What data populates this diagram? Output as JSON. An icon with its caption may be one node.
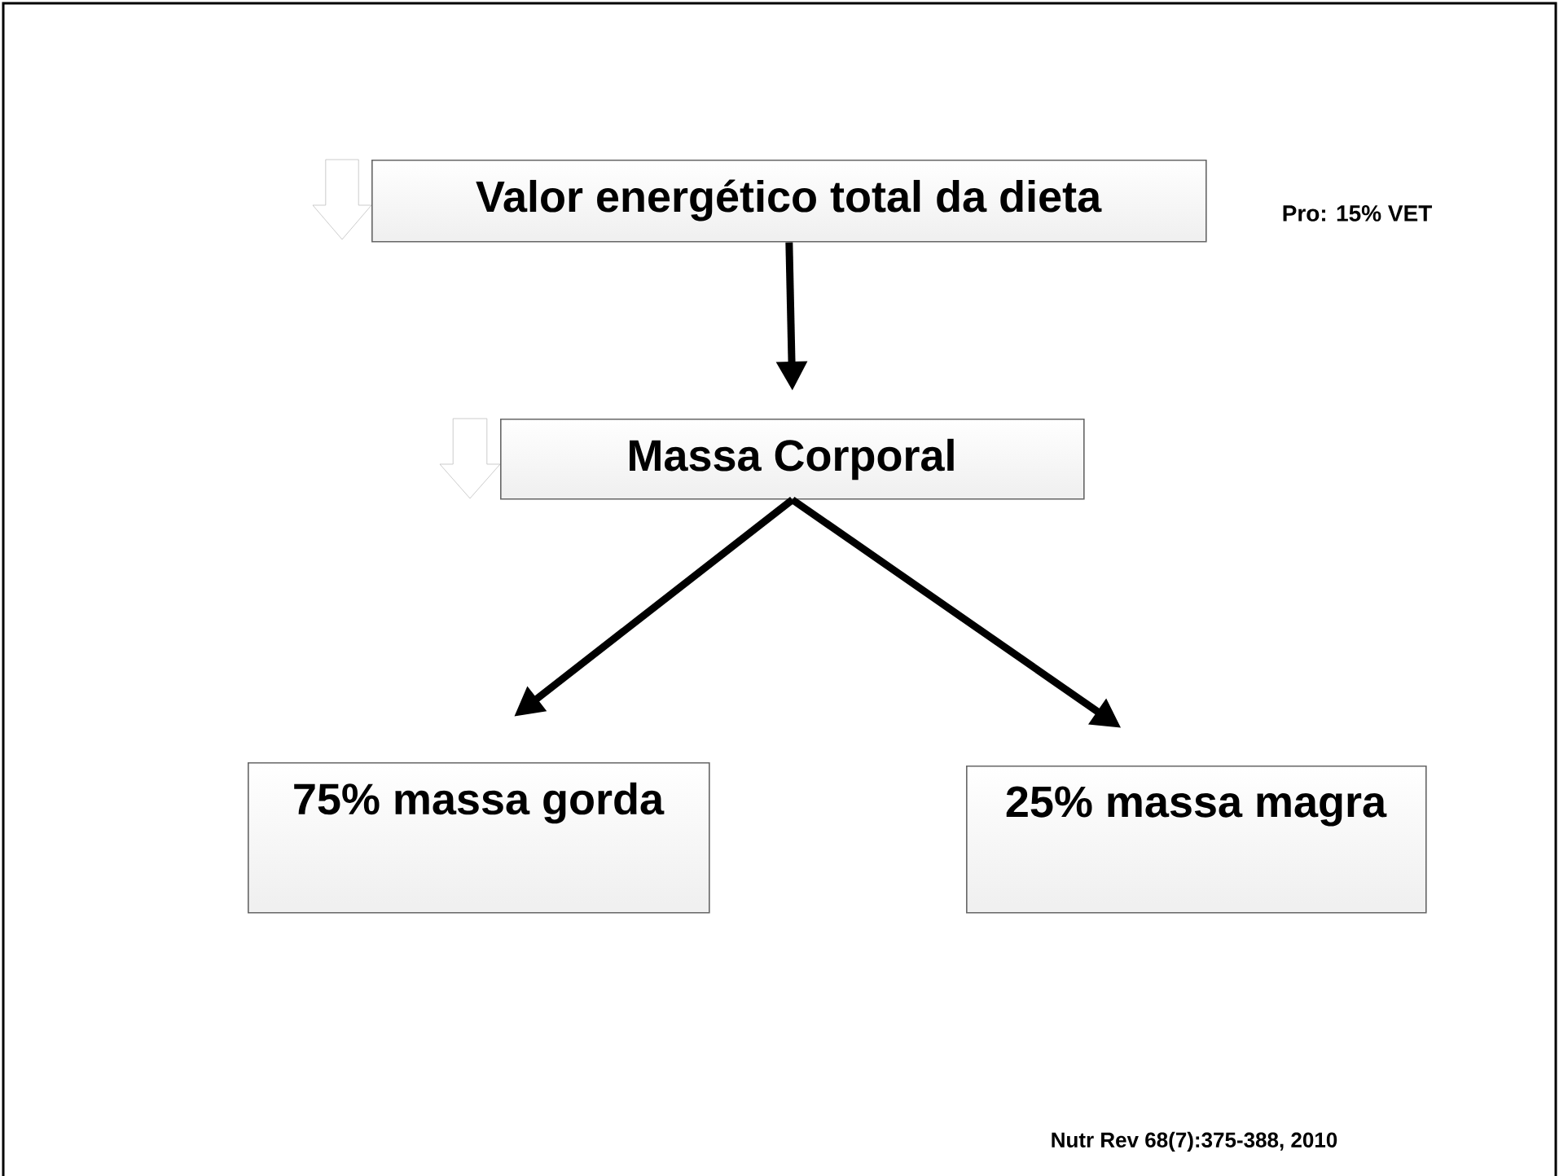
{
  "diagram": {
    "nodes": [
      {
        "text": [
          "Valor energético total da dieta"
        ]
      },
      {
        "text": [
          "Massa Corporal"
        ]
      },
      {
        "text": [
          "75% massa gorda"
        ]
      },
      {
        "text": [
          "25% massa magra"
        ]
      }
    ],
    "edges": [
      {
        "from": 0,
        "to": 1,
        "arrow": "to"
      },
      {
        "from": 1,
        "to": 2,
        "arrow": "to"
      },
      {
        "from": 1,
        "to": 3,
        "arrow": "to"
      }
    ],
    "labels": [
      "Pro: 15% VET",
      "Nutr Rev 68(7):375-388, 2010"
    ]
  }
}
